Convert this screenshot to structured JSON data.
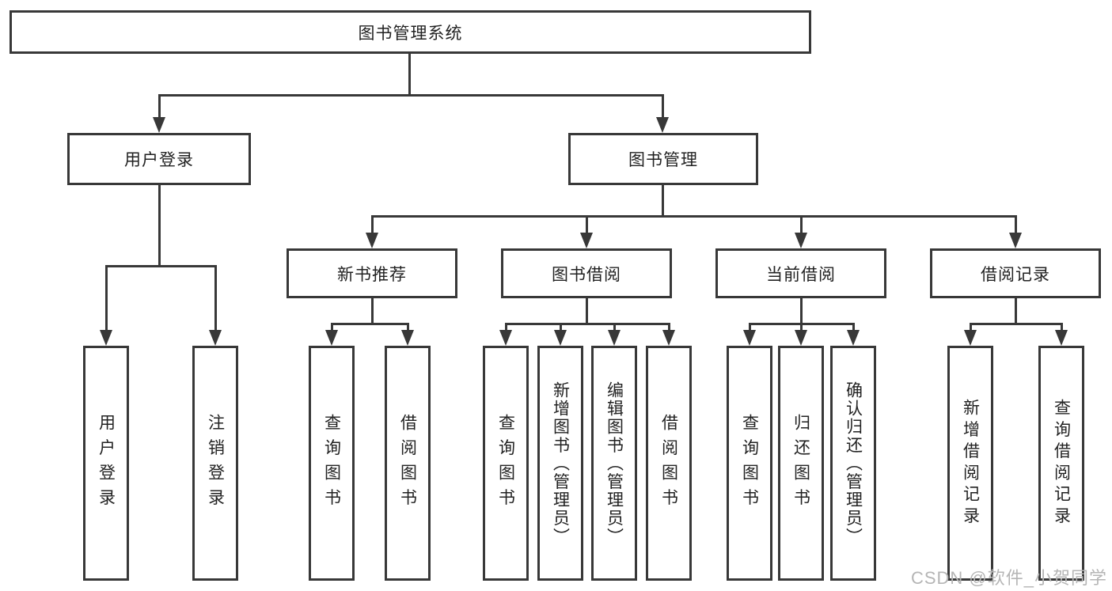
{
  "tree": {
    "root": {
      "label": "图书管理系统"
    },
    "level2": [
      {
        "label": "用户登录"
      },
      {
        "label": "图书管理"
      }
    ],
    "level3": [
      {
        "label": "新书推荐"
      },
      {
        "label": "图书借阅"
      },
      {
        "label": "当前借阅"
      },
      {
        "label": "借阅记录"
      }
    ],
    "leaves": {
      "user_login": [
        {
          "label": "用户登录"
        },
        {
          "label": "注销登录"
        }
      ],
      "new_books": [
        {
          "label": "查询图书"
        },
        {
          "label": "借阅图书"
        }
      ],
      "borrowing": [
        {
          "label": "查询图书"
        },
        {
          "label": "新增图书（管理员）"
        },
        {
          "label": "编辑图书（管理员）"
        },
        {
          "label": "借阅图书"
        }
      ],
      "current": [
        {
          "label": "查询图书"
        },
        {
          "label": "归还图书"
        },
        {
          "label": "确认归还（管理员）"
        }
      ],
      "records": [
        {
          "label": "新增借阅记录"
        },
        {
          "label": "查询借阅记录"
        }
      ]
    }
  },
  "watermark": {
    "text": "CSDN @软件_小贺同学"
  },
  "colors": {
    "line": "#383838",
    "text": "#222222",
    "watermark": "#b5b5b5",
    "background": "#ffffff"
  }
}
